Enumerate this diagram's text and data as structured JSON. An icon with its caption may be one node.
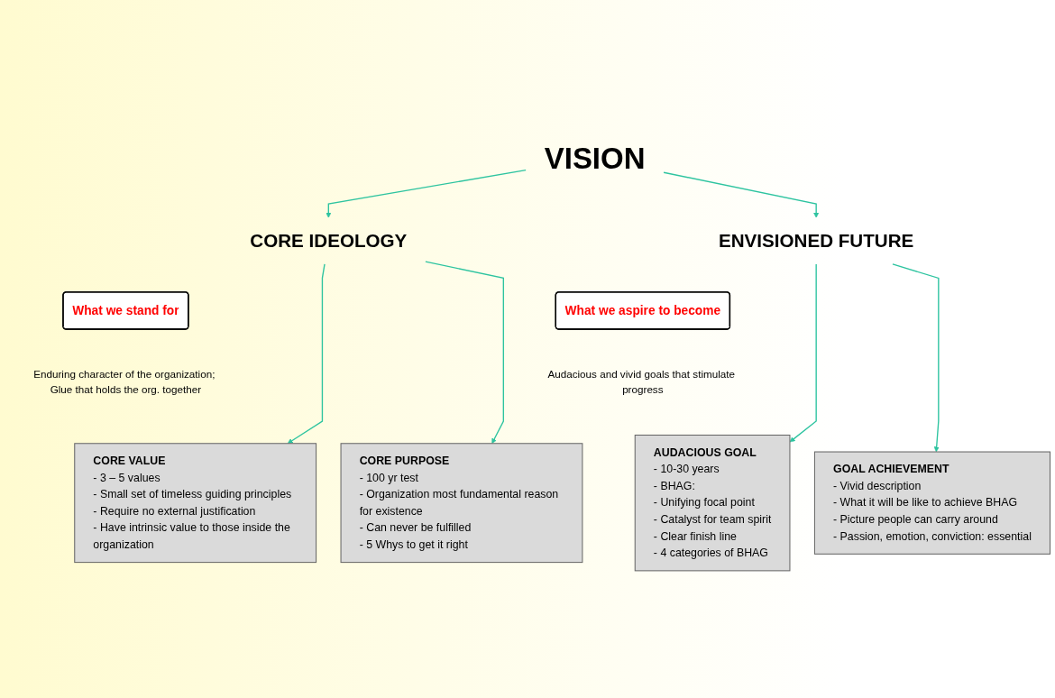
{
  "diagram": {
    "nodes": [
      {
        "text": [
          "VISION"
        ]
      },
      {
        "text": [
          "CORE IDEOLOGY"
        ]
      },
      {
        "text": [
          "What we stand for"
        ],
        "beside": [
          "Enduring character of the organization; Glue that holds the org. together"
        ]
      },
      {
        "text": [
          "ENVISIONED FUTURE"
        ]
      },
      {
        "text": [
          "What we aspire to become"
        ],
        "beside": [
          "Audacious and vivid goals that stimulate progress"
        ]
      },
      {
        "text": [
          "CORE VALUE",
          "- 3 – 5 values",
          "- Small set of timeless guiding principles",
          "- Require no external justification",
          "- Have intrinsic value to those inside the organization"
        ]
      },
      {
        "text": [
          "CORE PURPOSE",
          "- 100 yr test",
          "- Organization most fundamental reason for existence",
          "- Can never be fulfilled",
          "- 5 Whys to get it right"
        ]
      },
      {
        "text": [
          "AUDACIOUS GOAL",
          "- 10-30 years",
          "- BHAG:",
          "- Unifying focal point",
          "- Catalyst for team spirit",
          "- Clear finish line",
          "- 4 categories of BHAG"
        ]
      },
      {
        "text": [
          "GOAL ACHIEVEMENT",
          "- Vivid description",
          "- What it will be like to achieve BHAG",
          "- Picture people can carry around",
          "- Passion, emotion, conviction: essential"
        ]
      }
    ],
    "edges": [
      {
        "from": 0,
        "to": 1,
        "arrow": "to"
      },
      {
        "from": 0,
        "to": 3,
        "arrow": "to"
      },
      {
        "from": 1,
        "to": 5,
        "arrow": "to"
      },
      {
        "from": 1,
        "to": 6,
        "arrow": "to"
      },
      {
        "from": 3,
        "to": 7,
        "arrow": "to"
      },
      {
        "from": 3,
        "to": 8,
        "arrow": "to"
      }
    ]
  }
}
